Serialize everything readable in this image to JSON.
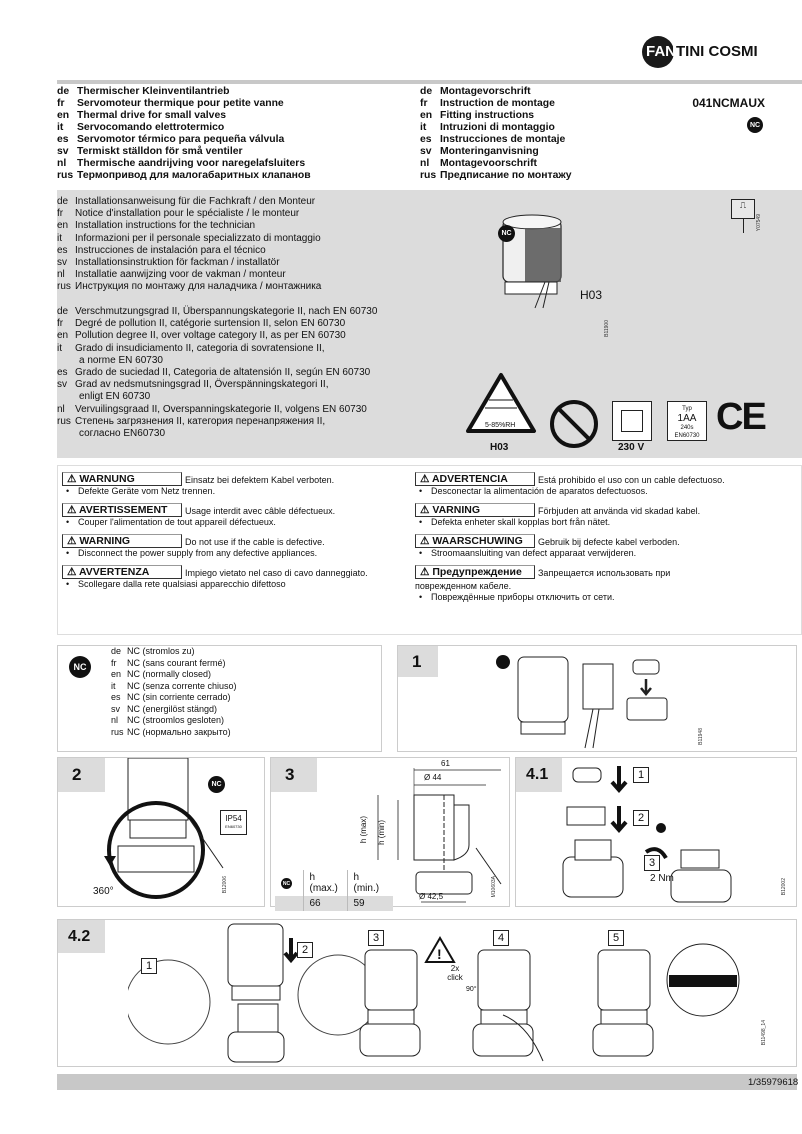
{
  "brand": {
    "logo_dark": "FAN",
    "logo_rest": "TINI COSMI"
  },
  "header": {
    "product_titles": [
      {
        "lang": "de",
        "text": "Thermischer Kleinventilantrieb"
      },
      {
        "lang": "fr",
        "text": "Servomoteur thermique pour petite vanne"
      },
      {
        "lang": "en",
        "text": "Thermal drive for small valves"
      },
      {
        "lang": "it",
        "text": "Servocomando elettrotermico"
      },
      {
        "lang": "es",
        "text": "Servomotor térmico para pequeña válvula"
      },
      {
        "lang": "sv",
        "text": "Termiskt ställdon för små ventiler"
      },
      {
        "lang": "nl",
        "text": "Thermische aandrijving voor naregelafsluiters"
      },
      {
        "lang": "rus",
        "text": "Термопривод для малогабаритных клапанов"
      }
    ],
    "doc_titles": [
      {
        "lang": "de",
        "text": "Montagevorschrift"
      },
      {
        "lang": "fr",
        "text": "Instruction de montage"
      },
      {
        "lang": "en",
        "text": "Fitting instructions"
      },
      {
        "lang": "it",
        "text": "Intruzioni di montaggio"
      },
      {
        "lang": "es",
        "text": "Instrucciones de montaje"
      },
      {
        "lang": "sv",
        "text": "Monteringanvisning"
      },
      {
        "lang": "nl",
        "text": "Montagevoorschrift"
      },
      {
        "lang": "rus",
        "text": "Предписание по монтажу"
      }
    ],
    "product_code": "041NCMAUX",
    "nc_badge": "NC"
  },
  "installation": {
    "audience": [
      {
        "lang": "de",
        "text": "Installationsanweisung für die Fachkraft / den Monteur"
      },
      {
        "lang": "fr",
        "text": "Notice d'installation pour le spécialiste / le monteur"
      },
      {
        "lang": "en",
        "text": "Installation instructions for the technician"
      },
      {
        "lang": "it",
        "text": "Informazioni per il personale specializzato di montaggio"
      },
      {
        "lang": "es",
        "text": "Instrucciones de instalación para el técnico"
      },
      {
        "lang": "sv",
        "text": "Installationsinstruktion för fackman / installatör"
      },
      {
        "lang": "nl",
        "text": "Installatie aanwijzing voor de vakman / monteur"
      },
      {
        "lang": "rus",
        "text": "Инструкция по монтажу для наладчика / монтажника"
      }
    ],
    "pollution": [
      {
        "lang": "de",
        "text": "Verschmutzungsgrad II, Überspannungskategorie II, nach EN 60730"
      },
      {
        "lang": "fr",
        "text": "Degré de pollution II, catégorie surtension II, selon EN 60730"
      },
      {
        "lang": "en",
        "text": "Pollution degree II, over voltage category II, as per EN 60730"
      },
      {
        "lang": "it",
        "text": "Grado di insudiciamento II, categoria di sovratensione II,",
        "cont": "a norme EN 60730"
      },
      {
        "lang": "es",
        "text": "Grado de suciedad II, Categoria de altatensión II, según EN 60730"
      },
      {
        "lang": "sv",
        "text": "Grad av nedsmutsningsgrad II, Överspänningskategori II,",
        "cont": "enligt EN 60730"
      },
      {
        "lang": "nl",
        "text": "Vervuilingsgraad II, Overspanningskategorie II, volgens EN 60730"
      },
      {
        "lang": "rus",
        "text": "Степень загрязнения II, категория перенапряжения II,",
        "cont": "согласно EN60730"
      }
    ],
    "figure": {
      "nc": "NC",
      "cable": "H03",
      "code": "B11900",
      "signal_code": "Y07549"
    },
    "symbols": {
      "humidity": "5-85%RH",
      "humidity_label": "H03",
      "voltage": "230 V",
      "typ": "Typ",
      "typ_code": "1AA",
      "typ_time": "240s",
      "typ_norm": "EN60730",
      "ce": "CE"
    }
  },
  "warnings": {
    "left": [
      {
        "label": "WARNUNG",
        "text": "Einsatz bei defektem Kabel verboten.",
        "bullet": "Defekte Geräte vom Netz trennen."
      },
      {
        "label": "AVERTISSEMENT",
        "text": "Usage interdit avec câble défectueux.",
        "bullet": "Couper l'alimentation de tout appareil défectueux."
      },
      {
        "label": "WARNING",
        "text": "Do not use if the cable is defective.",
        "bullet": "Disconnect the power supply from any defective appliances."
      },
      {
        "label": "AVVERTENZA",
        "text": "Impiego vietato nel caso di cavo danneggiato.",
        "bullet": "Scollegare dalla rete qualsiasi apparecchio difettoso"
      }
    ],
    "right": [
      {
        "label": "ADVERTENCIA",
        "text": "Está prohibido el uso con un cable defectuoso.",
        "bullet": "Desconectar la alimentación de aparatos defectuosos."
      },
      {
        "label": "VARNING",
        "text": "Förbjuden att använda vid skadad kabel.",
        "bullet": "Defekta enheter skall kopplas bort från nätet."
      },
      {
        "label": "WAARSCHUWING",
        "text": "Gebruik bij defecte kabel verboden.",
        "bullet": "Stroomaansluiting van defect apparaat verwijderen."
      },
      {
        "label": "Предупреждение",
        "text": "Запрещается использовать при",
        "cont": "поврежденном кабеле.",
        "bullet": "Повреждённые приборы отключить от сети."
      }
    ]
  },
  "nc_meaning": [
    {
      "lang": "de",
      "text": "NC (stromlos zu)"
    },
    {
      "lang": "fr",
      "text": "NC (sans courant fermé)"
    },
    {
      "lang": "en",
      "text": "NC (normally closed)"
    },
    {
      "lang": "it",
      "text": "NC (senza corrente chiuso)"
    },
    {
      "lang": "es",
      "text": "NC (sin corriente cerrado)"
    },
    {
      "lang": "sv",
      "text": "NC (energilöst stängd)"
    },
    {
      "lang": "nl",
      "text": "NC (stroomlos gesloten)"
    },
    {
      "lang": "rus",
      "text": "NC (нормально закрыто)"
    }
  ],
  "steps": {
    "s1": {
      "num": "1",
      "code": "B11948"
    },
    "s2": {
      "num": "2",
      "angle": "360°",
      "ip": "IP54",
      "ip_norm": "EN60730",
      "code": "B12006"
    },
    "s3": {
      "num": "3",
      "dim_width": "61",
      "dim_d44": "Ø 44",
      "dim_d425": "Ø 42,5",
      "h_max_axis": "h (max)",
      "h_min_axis": "h (min)",
      "table": {
        "headers": [
          "h (max.)",
          "h (min.)"
        ],
        "row": [
          "66",
          "59"
        ]
      },
      "code": "M10603A"
    },
    "s41": {
      "num": "4.1",
      "sub": [
        "1",
        "2",
        "3"
      ],
      "torque": "2 Nm",
      "code": "B12002"
    },
    "s42": {
      "num": "4.2",
      "sub": [
        "1",
        "2",
        "3",
        "4",
        "5"
      ],
      "click": "2x click",
      "angle": "90°",
      "code": "B11498_14"
    }
  },
  "footer": {
    "code": "1/35979618"
  }
}
